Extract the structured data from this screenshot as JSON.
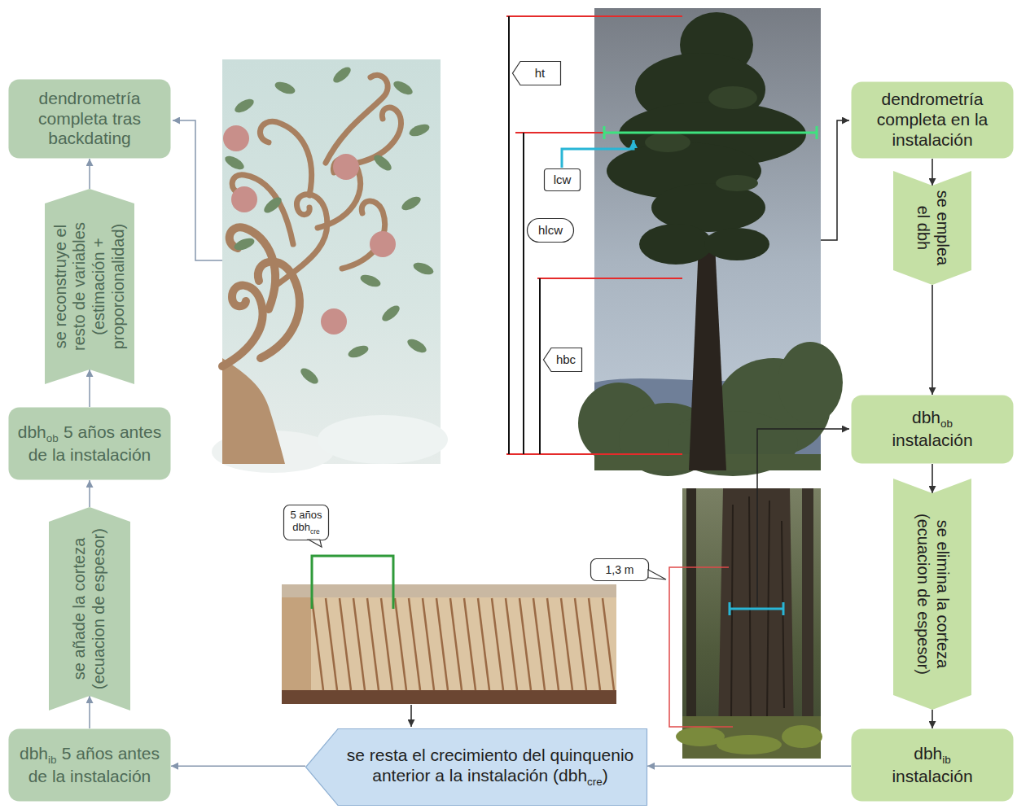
{
  "diagram": {
    "nodes": [
      {
        "text": [
          "dendrometría completa en la instalación"
        ]
      },
      {
        "text": [
          "se emplea el dbh"
        ]
      },
      {
        "text": [
          "dbh",
          "ob",
          "instalación"
        ]
      },
      {
        "text": [
          "se elimina la corteza (ecuacion de espesor)"
        ]
      },
      {
        "text": [
          "dbh",
          "ib",
          "instalación"
        ]
      },
      {
        "text": [
          "se resta el crecimiento del quinquenio anterior a la instalación (dbh",
          "cre",
          ")"
        ]
      },
      {
        "text": [
          "dbh",
          "ib",
          "5 años antes de la instalación"
        ]
      },
      {
        "text": [
          "se añade la corteza (ecuacion de espesor)"
        ]
      },
      {
        "text": [
          "dbh",
          "ob",
          "5 años antes de la instalación"
        ]
      },
      {
        "text": [
          "se reconstruye el resto de variables (estimación + proporcionalidad)"
        ]
      },
      {
        "text": [
          "dendrometría completa tras backdating"
        ]
      },
      {
        "text": [
          "ht"
        ]
      },
      {
        "text": [
          "lcw"
        ]
      },
      {
        "text": [
          "hlcw"
        ]
      },
      {
        "text": [
          "hbc"
        ]
      },
      {
        "text": [
          "5 años",
          "dbh",
          "cre"
        ]
      },
      {
        "text": [
          "1,3 m"
        ]
      }
    ],
    "edges": [
      {
        "from": 0,
        "to": 1,
        "arrow": "to"
      },
      {
        "from": 1,
        "to": 2,
        "arrow": "to"
      },
      {
        "from": 2,
        "to": 3,
        "arrow": "to"
      },
      {
        "from": 3,
        "to": 4,
        "arrow": "to"
      },
      {
        "from": 4,
        "to": 5,
        "arrow": "to"
      },
      {
        "from": 5,
        "to": 6,
        "arrow": "to"
      },
      {
        "from": 6,
        "to": 7,
        "arrow": "to"
      },
      {
        "from": 7,
        "to": 8,
        "arrow": "to"
      },
      {
        "from": 8,
        "to": 9,
        "arrow": "to"
      },
      {
        "from": 9,
        "to": 10,
        "arrow": "to"
      }
    ]
  }
}
